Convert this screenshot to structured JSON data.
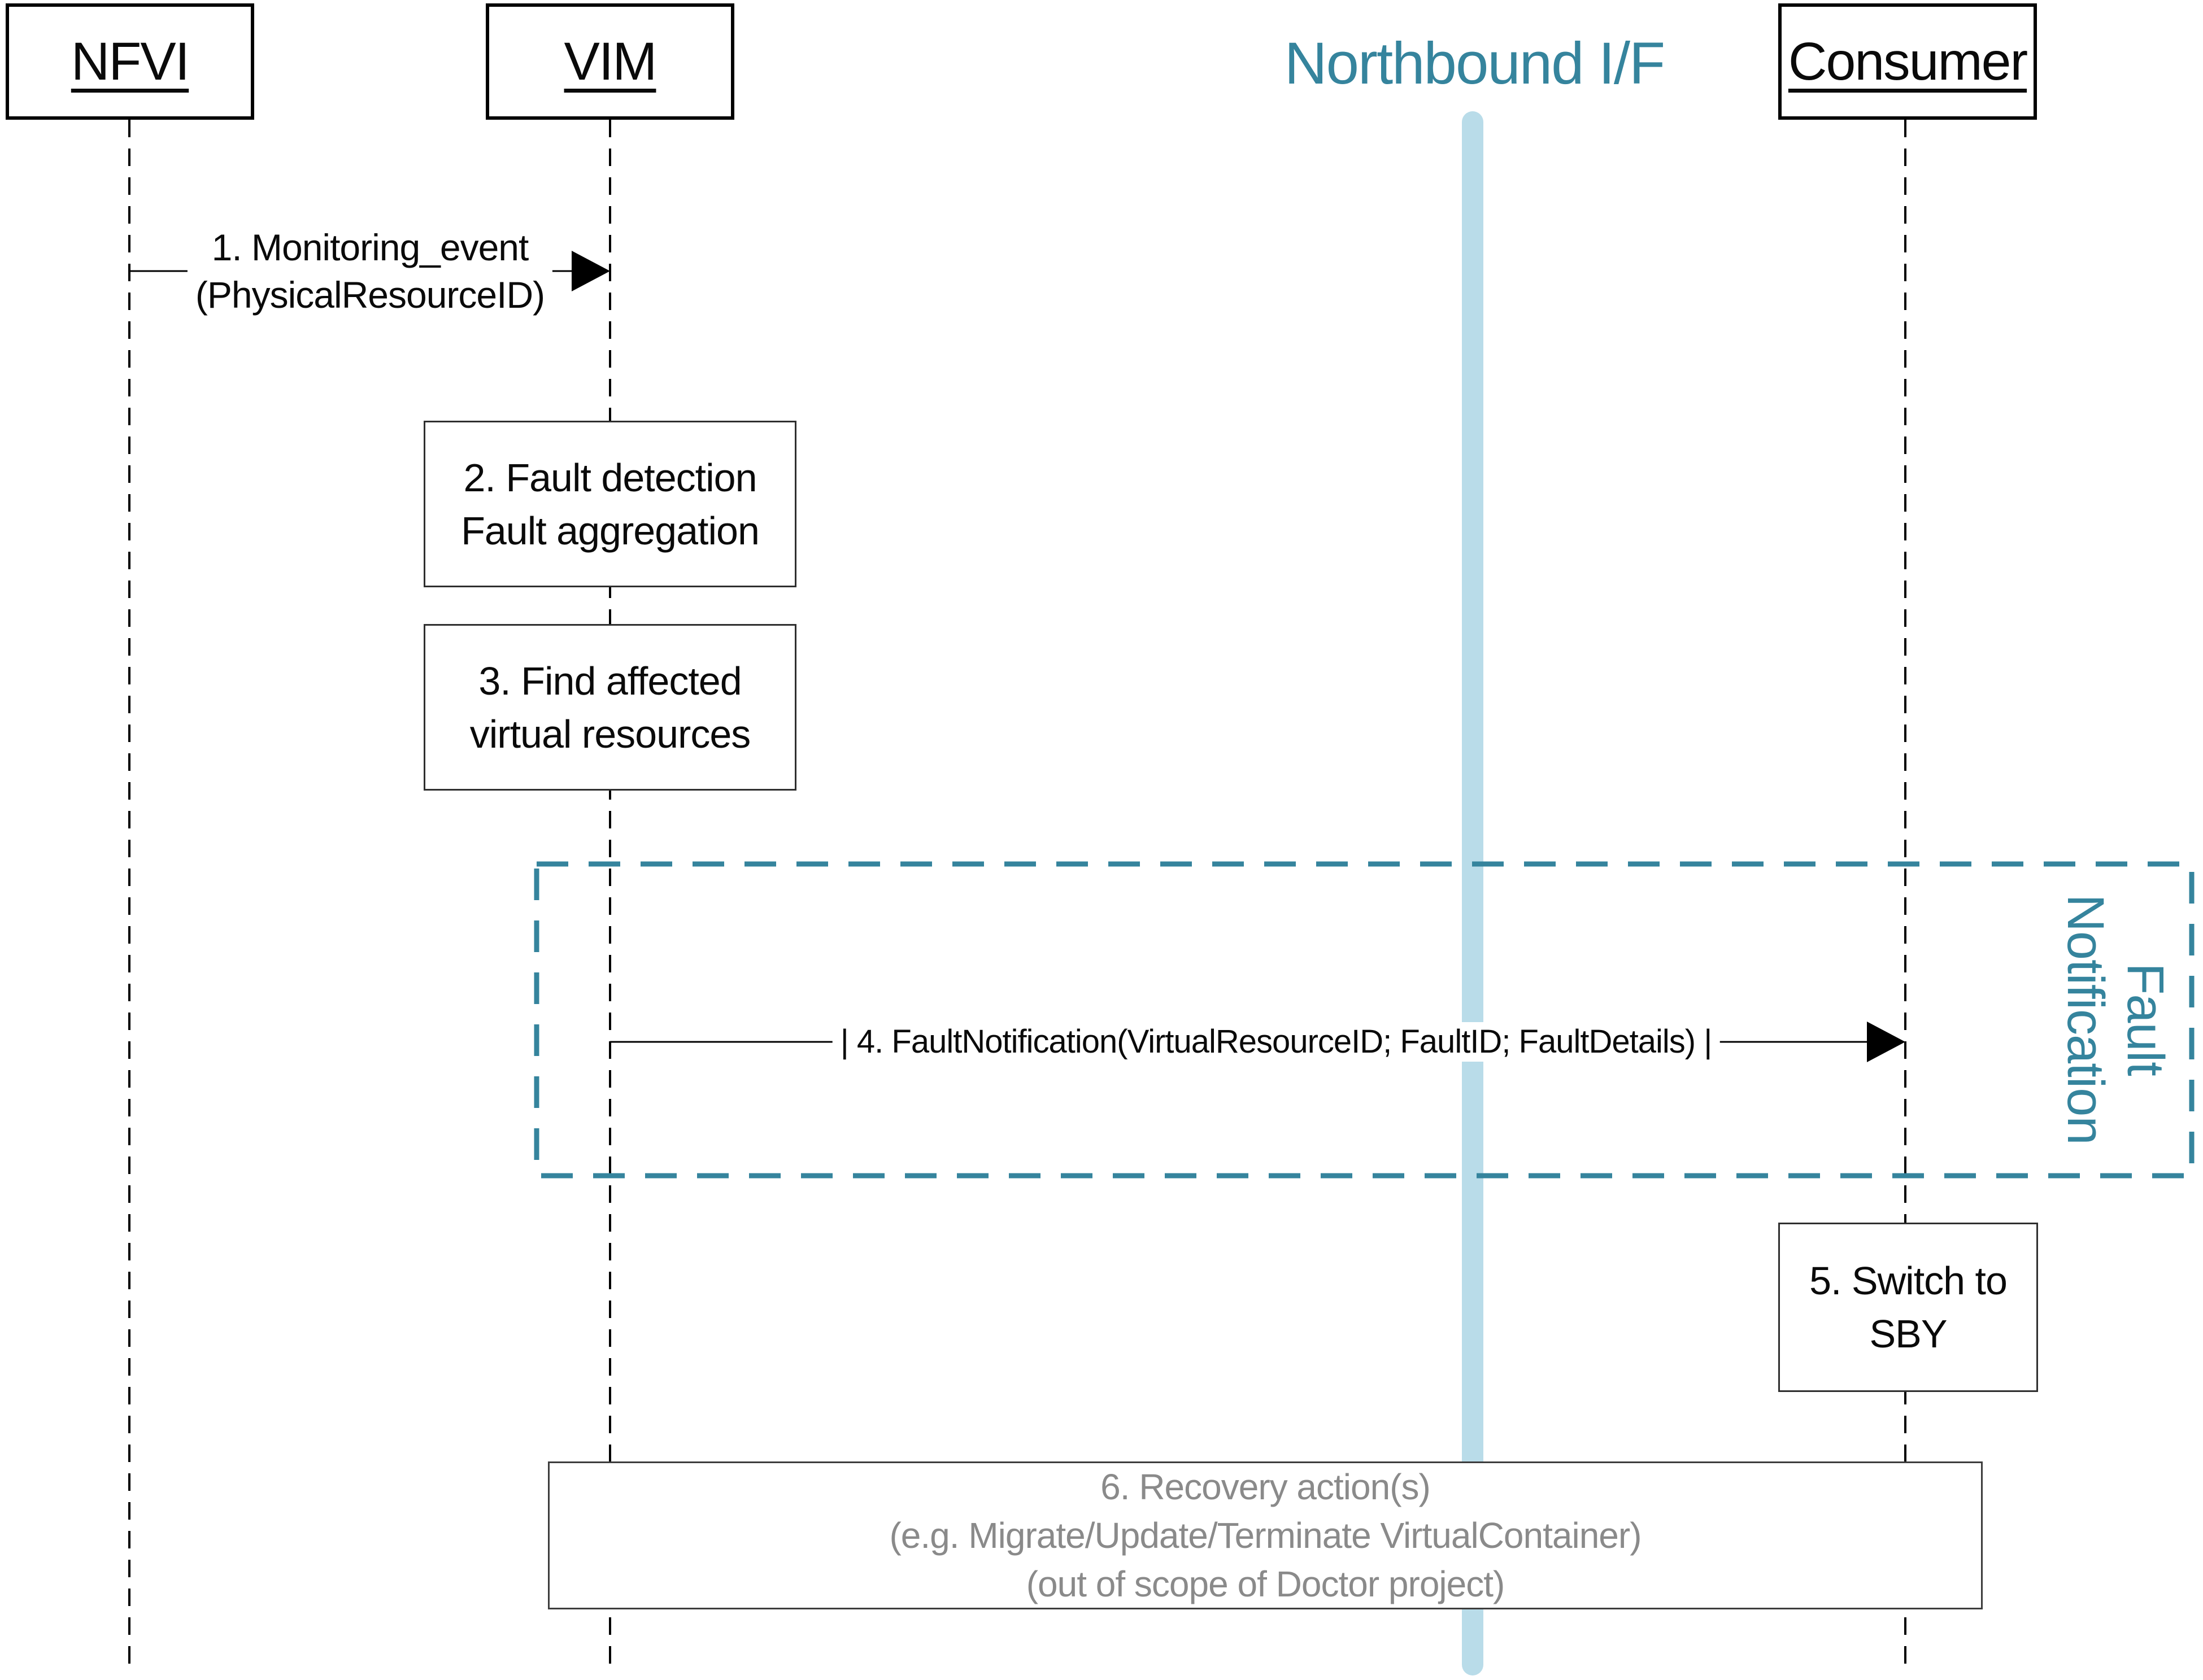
{
  "title": {
    "text": "Northbound I/F"
  },
  "actors": [
    {
      "label": "NFVI"
    },
    {
      "label": "VIM"
    },
    {
      "label": "Consumer"
    }
  ],
  "messages": {
    "m1_line1": "1. Monitoring_event",
    "m1_line2": "(PhysicalResourceID)",
    "m4": "| 4. FaultNotification(VirtualResourceID; FaultID; FaultDetails) |"
  },
  "activities": {
    "a2_line1": "2. Fault detection",
    "a2_line2": "Fault aggregation",
    "a3_line1": "3. Find affected",
    "a3_line2": "virtual resources",
    "a5_line1": "5. Switch to",
    "a5_line2": "SBY",
    "a6_line1": "6. Recovery action(s)",
    "a6_line2": "(e.g. Migrate/Update/Terminate VirtualContainer)",
    "a6_line3": "(out of scope of Doctor project)"
  },
  "frame_label": {
    "line1": "Fault",
    "line2": "Notification"
  },
  "colors": {
    "teal": "#35849d",
    "bar_blue": "#b9dce9",
    "gray_text": "#8a8a8a",
    "line_black": "#000000"
  }
}
